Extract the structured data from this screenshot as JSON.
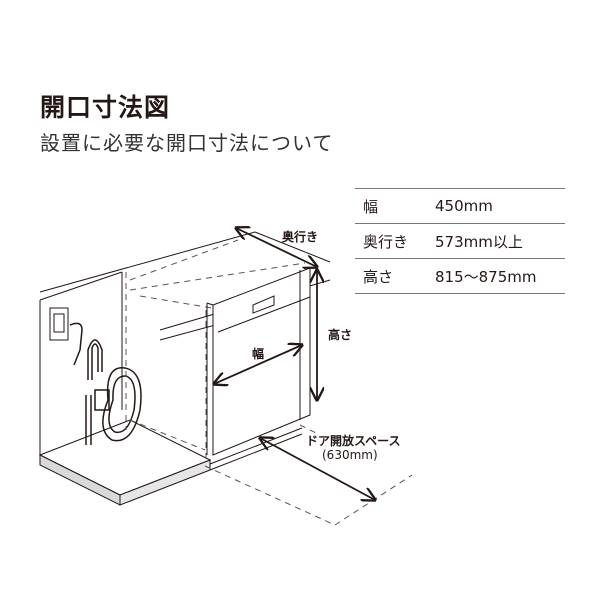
{
  "header": {
    "title": "開口寸法図",
    "subtitle": "設置に必要な開口寸法について"
  },
  "spec_table": {
    "rows": [
      {
        "label": "幅",
        "value": "450mm"
      },
      {
        "label": "奥行き",
        "value": "573mm以上"
      },
      {
        "label": "高さ",
        "value": "815〜875mm"
      }
    ]
  },
  "diagram": {
    "labels": {
      "depth": "奥行き",
      "height": "高さ",
      "width": "幅",
      "door_space": "ドア開放スペース",
      "door_space_value": "(630mm)"
    },
    "colors": {
      "line": "#231815",
      "dashed": "#555555",
      "floor_side": "#d9d9d9"
    }
  }
}
